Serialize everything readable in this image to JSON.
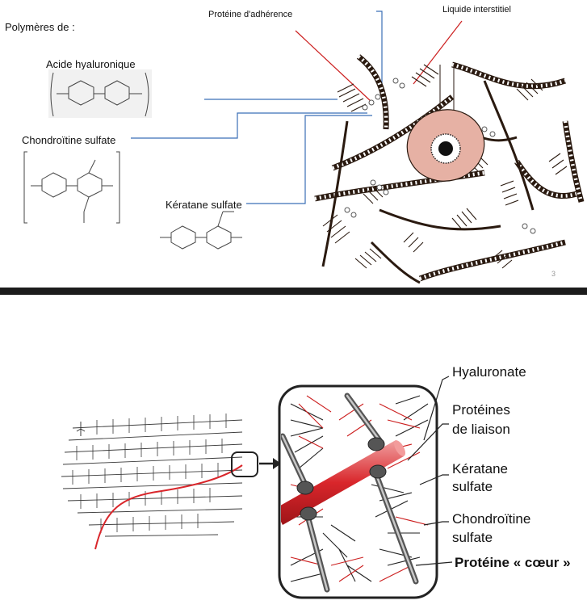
{
  "top_slide": {
    "title": "Polymères de :",
    "polymers": [
      {
        "label": "Acide hyaluronique"
      },
      {
        "label": "Chondroïtine sulfate"
      },
      {
        "label": "Kératane sulfate"
      }
    ],
    "callouts": {
      "adhesion_protein": "Protéine d'adhérence",
      "interstitial_fluid": "Liquide interstitiel"
    },
    "page_number": "3"
  },
  "bottom_figure": {
    "labels": {
      "hyaluronate": "Hyaluronate",
      "link_proteins_1": "Protéines",
      "link_proteins_2": "de liaison",
      "keratan_1": "Kératane",
      "keratan_2": "sulfate",
      "chondroitin_1": "Chondroïtine",
      "chondroitin_2": "sulfate",
      "core_protein": "Protéine « cœur »"
    },
    "colors": {
      "hyaluronate_red": "#d9262b",
      "chain_black": "#222222",
      "connector_blue": "#3b6fb6",
      "connector_red": "#cc1f1f",
      "cell_pink": "#e6b1a4"
    }
  }
}
